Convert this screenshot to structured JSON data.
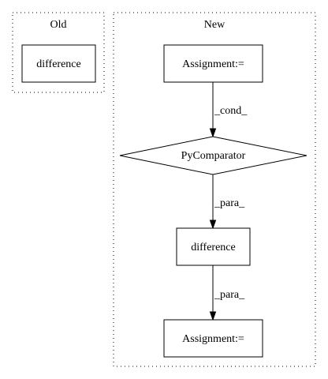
{
  "clusters": {
    "old": {
      "title": "Old"
    },
    "new": {
      "title": "New"
    }
  },
  "nodes": {
    "old_difference": {
      "label": "difference",
      "shape": "box"
    },
    "assignment_top": {
      "label": "Assignment:=",
      "shape": "box"
    },
    "py_comparator": {
      "label": "PyComparator",
      "shape": "diamond"
    },
    "new_difference": {
      "label": "difference",
      "shape": "box"
    },
    "assignment_bottom": {
      "label": "Assignment:=",
      "shape": "box"
    }
  },
  "edges": [
    {
      "from": "Assignment:=",
      "to": "PyComparator",
      "label": "_cond_"
    },
    {
      "from": "PyComparator",
      "to": "difference",
      "label": "_para_"
    },
    {
      "from": "difference",
      "to": "Assignment:=",
      "label": "_para_"
    }
  ],
  "colors": {
    "stroke": "#000000",
    "background": "#ffffff"
  }
}
